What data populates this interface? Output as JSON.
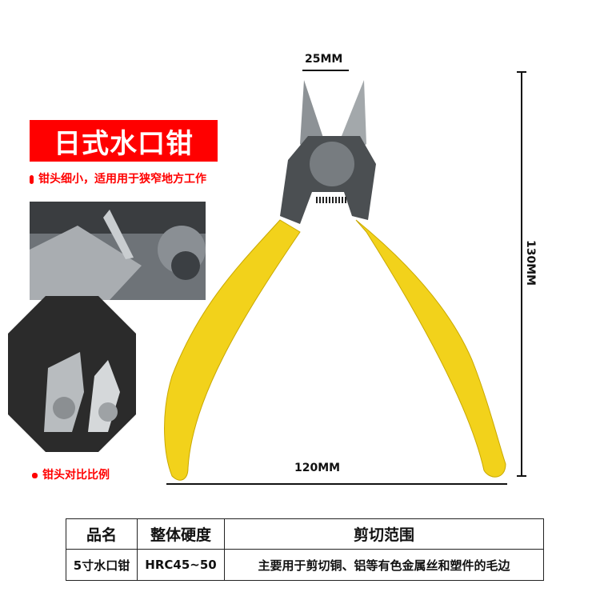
{
  "title": "日式水口钳",
  "feature_note": "钳头细小，适用用于狭窄地方工作",
  "compare_note": "钳头对比比例",
  "dimensions": {
    "jaw_width": "25MM",
    "length": "130MM",
    "handle_span": "120MM"
  },
  "colors": {
    "accent": "#ff0000",
    "handle": "#f2d21b"
  },
  "spec_table": {
    "headers": [
      "品名",
      "整体硬度",
      "剪切范围"
    ],
    "rows": [
      [
        "5寸水口钳",
        "HRC45~50",
        "主要用于剪切铜、铝等有色金属丝和塑件的毛边"
      ]
    ]
  }
}
